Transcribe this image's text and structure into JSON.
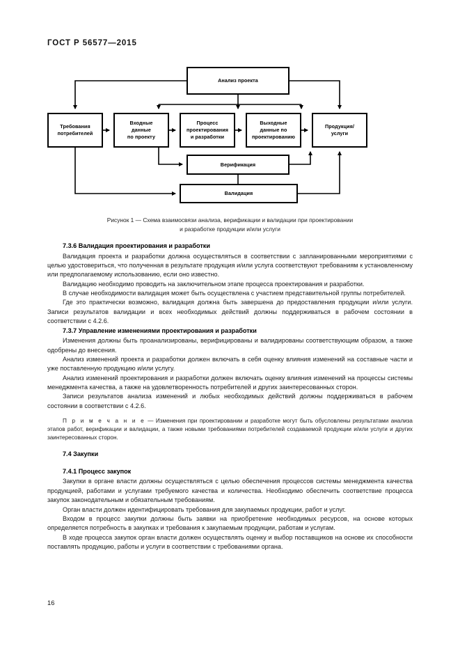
{
  "header": {
    "standard_id": "ГОСТ Р 56577—2015"
  },
  "figure": {
    "boxes": {
      "analysis": "Анализ проекта",
      "requirements": "Требования\nпотребителей",
      "input_data": "Входные\nданные\nпо проекту",
      "process": "Процесс\nпроектирования\nи разработки",
      "output_data": "Выходные\nданные по\nпроектированию",
      "product": "Продукция/\nуслуги",
      "verification": "Верификация",
      "validation": "Валидация"
    },
    "caption_line1": "Рисунок 1 — Схема взаимосвязи анализа, верификации и валидации при проектировании",
    "caption_line2": "и разработке продукции и/или услуги"
  },
  "content": {
    "heading_736": "7.3.6  Валидация проектирования и разработки",
    "para_736_1": "Валидация проекта и разработки должна осуществляться в соответствии с запланированными мероприятиями с целью удостовериться, что полученная в результате продукция и/или услуга соответствуют требованиям к установленному или предполагаемому использованию, если оно известно.",
    "para_736_2": "Валидацию необходимо проводить на заключительном этапе процесса проектирования и разработки.",
    "para_736_3": "В случае необходимости валидация может быть осуществлена с участием представительной группы потребителей.",
    "para_736_4": "Где это практически возможно, валидация должна быть завершена до предоставления продукции и/или услуги. Записи результатов валидации и всех необходимых действий должны поддерживаться в рабочем состоянии в соответствии с 4.2.6.",
    "heading_737": "7.3.7  Управление изменениями проектирования и разработки",
    "para_737_1": "Изменения должны быть проанализированы, верифицированы и валидированы соответствующим образом, а также одобрены до внесения.",
    "para_737_2": "Анализ изменений проекта и разработки должен включать в себя оценку влияния изменений на составные части и уже поставленную продукцию и/или услугу.",
    "para_737_3": "Анализ изменений проектирования и разработки должен включать оценку влияния изменений на процессы системы менеджмента качества, а также на удовлетворенность потребителей и других заинтересованных сторон.",
    "para_737_4": "Записи результатов анализа изменений и любых необходимых действий должны поддерживаться в рабочем состоянии в соответствии с 4.2.6.",
    "note_label": "П р и м е ч а н и е",
    "note_text": " — Изменения при проектировании и разработке могут быть обусловлены результатами анализа этапов работ, верификации и валидации, а также новыми требованиями потребителей создаваемой продукции и/или услуги и других заинтересованных сторон.",
    "heading_74": "7.4  Закупки",
    "heading_741": "7.4.1  Процесс закупок",
    "para_741_1": "Закупки в органе власти должны осуществляться с целью обеспечения процессов системы менеджмента качества продукцией, работами и услугами требуемого качества и количества. Необходимо обеспечить соответствие процесса закупок законодательным и обязательным требованиям.",
    "para_741_2": "Орган власти должен идентифицировать требования для закупаемых продукции, работ и услуг.",
    "para_741_3": "Входом в процесс закупки должны быть заявки на приобретение необходимых ресурсов, на основе которых определяется потребность в закупках и требования к закупаемым продукции, работам и услугам.",
    "para_741_4": "В ходе процесса закупок орган власти должен осуществлять оценку и выбор поставщиков на основе их способности поставлять продукцию, работы и услуги в соответствии с требованиями органа."
  },
  "footer": {
    "page_number": "16"
  }
}
